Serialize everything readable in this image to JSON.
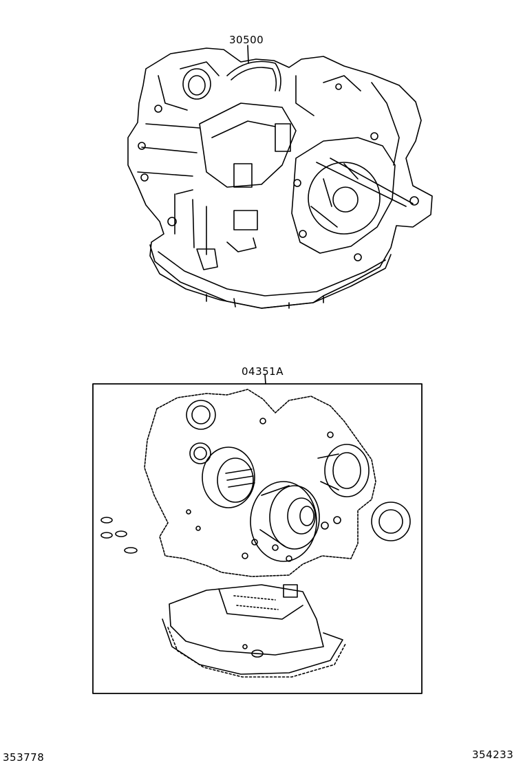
{
  "labels": {
    "transmission_part": "30500",
    "gasket_kit_part": "04351A"
  },
  "footer": {
    "left_id": "353778",
    "right_id": "354233"
  }
}
